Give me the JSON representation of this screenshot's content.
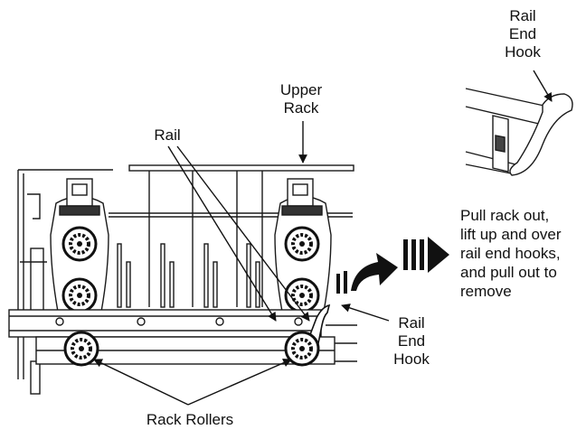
{
  "labels": {
    "upper_rack": [
      "Upper",
      "Rack"
    ],
    "rail": "Rail",
    "rail_end_hook_main": [
      "Rail",
      "End",
      "Hook"
    ],
    "rail_end_hook_inset": [
      "Rail",
      "End",
      "Hook"
    ],
    "rack_rollers": "Rack Rollers"
  },
  "instruction": [
    "Pull rack out,",
    "lift up and over",
    "rail end hooks,",
    "and pull out to",
    "remove"
  ],
  "colors": {
    "line": "#1a1a1a",
    "arrow": "#111111",
    "background": "#ffffff"
  }
}
